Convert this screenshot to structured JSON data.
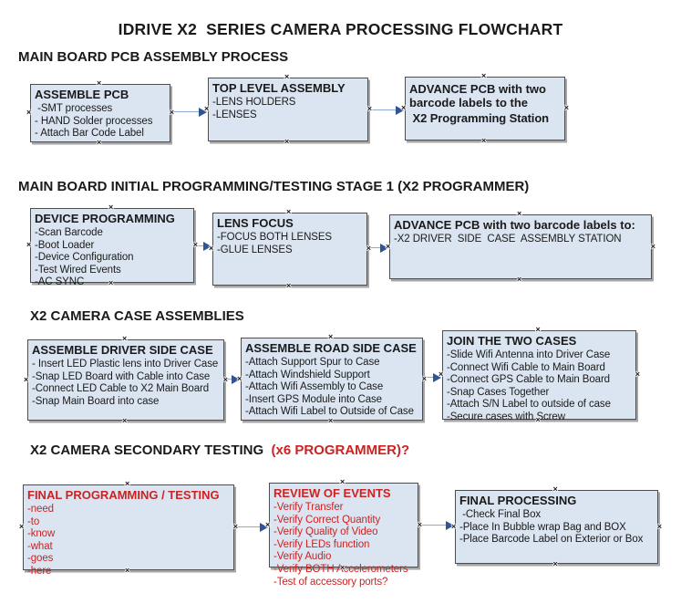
{
  "title": "IDRIVE X2  SERIES CAMERA PROCESSING FLOWCHART",
  "colors": {
    "box_fill": "#dbe5f1",
    "box_border": "#4d4d4d",
    "arrow_line": "#8da9d4",
    "arrow_head": "#2f5597",
    "accent_red": "#cc2222",
    "text": "#1a1a1a"
  },
  "icons": {
    "connection_point": "×"
  },
  "sections": [
    {
      "heading": "MAIN BOARD PCB ASSEMBLY PROCESS",
      "boxes": [
        {
          "head": "ASSEMBLE PCB",
          "items": [
            " -SMT processes",
            "- HAND Solder processes",
            "- Attach Bar Code Label"
          ]
        },
        {
          "head": "TOP LEVEL ASSEMBLY",
          "items": [
            "-LENS HOLDERS",
            "-LENSES"
          ]
        },
        {
          "head": "ADVANCE PCB with two barcode labels to the",
          "items": [
            " X2 Programming Station"
          ]
        }
      ]
    },
    {
      "heading": "MAIN BOARD INITIAL PROGRAMMING/TESTING STAGE 1 (X2 PROGRAMMER)",
      "boxes": [
        {
          "head": "DEVICE PROGRAMMING",
          "items": [
            "-Scan Barcode",
            "-Boot Loader",
            "-Device Configuration",
            "-Test Wired Events",
            "-AC SYNC"
          ]
        },
        {
          "head": "LENS FOCUS",
          "items": [
            "-FOCUS BOTH LENSES",
            "-GLUE LENSES"
          ]
        },
        {
          "head": "ADVANCE PCB with two barcode labels to:",
          "items": [
            "-X2 DRIVER  SIDE  CASE  ASSEMBLY STATION"
          ]
        }
      ]
    },
    {
      "heading": "X2 CAMERA CASE ASSEMBLIES",
      "boxes": [
        {
          "head": "ASSEMBLE DRIVER SIDE CASE",
          "items": [
            "- Insert LED Plastic lens into Driver Case",
            "-Snap LED Board with Cable into Case",
            "-Connect LED Cable to X2 Main Board",
            "-Snap Main Board into case"
          ]
        },
        {
          "head": "ASSEMBLE ROAD SIDE CASE",
          "items": [
            "-Attach Support Spur to Case",
            "-Attach Windshield Support",
            "-Attach Wifi Assembly to Case",
            "-Insert GPS Module into Case",
            "-Attach Wifi Label to Outside of Case"
          ]
        },
        {
          "head": "JOIN THE TWO CASES",
          "items": [
            "-Slide Wifi Antenna into Driver Case",
            "-Connect Wifi Cable to Main Board",
            "-Connect GPS Cable to Main Board",
            "-Snap Cases Together",
            "-Attach S/N Label to outside of case",
            "-Secure cases with Screw"
          ]
        }
      ]
    },
    {
      "heading": "X2 CAMERA SECONDARY TESTING",
      "heading_suffix": "  (x6 PROGRAMMER)?",
      "boxes": [
        {
          "head": "FINAL PROGRAMMING / TESTING",
          "text_color": "#cc2222",
          "items": [
            "-need",
            "-to",
            "-know",
            "-what",
            "-goes",
            "-here"
          ]
        },
        {
          "head": "REVIEW OF EVENTS",
          "text_color": "#cc2222",
          "items": [
            "-Verify Transfer",
            "-Verify Correct Quantity",
            "-Verify Quality of Video",
            "-Verify LEDs function",
            "-Verify Audio",
            "-Verify BOTH Accelerometers",
            "-Test of accessory ports?"
          ]
        },
        {
          "head": "FINAL PROCESSING",
          "items": [
            " -Check Final Box",
            "-Place In Bubble wrap Bag and BOX",
            "-Place Barcode Label on Exterior or Box"
          ]
        }
      ]
    }
  ]
}
